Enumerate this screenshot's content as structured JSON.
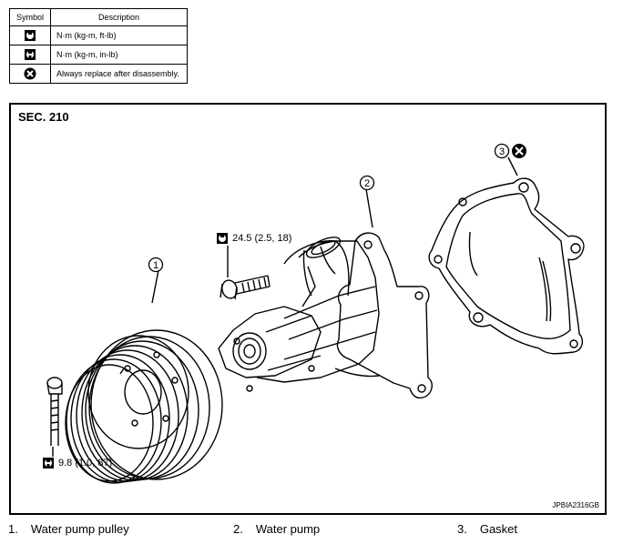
{
  "legend": {
    "header_symbol": "Symbol",
    "header_description": "Description",
    "rows": [
      {
        "icon": "torque-wrench-ftlb-icon",
        "description": "N·m (kg-m, ft-lb)"
      },
      {
        "icon": "torque-wrench-inlb-icon",
        "description": "N·m (kg-m, in-lb)"
      },
      {
        "icon": "always-replace-icon",
        "description": "Always replace after disassembly."
      }
    ]
  },
  "figure": {
    "section": "SEC. 210",
    "code": "JPBIA2316GB",
    "torque_bolt_pump": "24.5 (2.5, 18)",
    "torque_bolt_pulley": "9.8 (1.0, 87)",
    "callouts": [
      "1",
      "2",
      "3"
    ]
  },
  "captions": [
    {
      "num": "1.",
      "label": "Water pump pulley"
    },
    {
      "num": "2.",
      "label": "Water pump"
    },
    {
      "num": "3.",
      "label": "Gasket"
    }
  ]
}
